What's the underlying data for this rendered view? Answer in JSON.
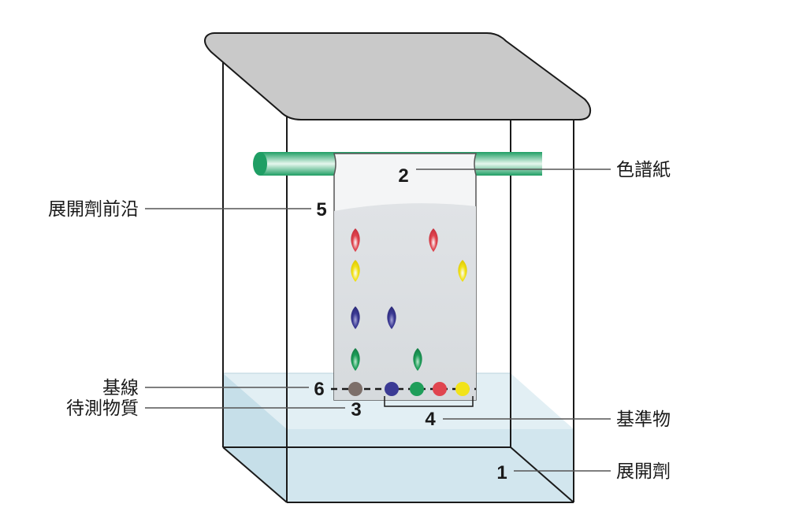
{
  "labels": {
    "solvent_front": "展開劑前沿",
    "chromatography_paper": "色譜紙",
    "baseline": "基線",
    "test_substance": "待測物質",
    "standards": "基準物",
    "developing_solvent": "展開劑"
  },
  "numbers": {
    "solvent": "1",
    "paper": "2",
    "test_substance": "3",
    "standards": "4",
    "solvent_front": "5",
    "baseline": "6"
  },
  "colors": {
    "red": "#e0454f",
    "yellow": "#f2e31a",
    "blue": "#3b3a94",
    "green": "#1f9e5a",
    "brown": "#7d6f6a",
    "rod": "#3fbf85",
    "lid": "#c9c9c9",
    "liquid": "#cfe4ec"
  }
}
